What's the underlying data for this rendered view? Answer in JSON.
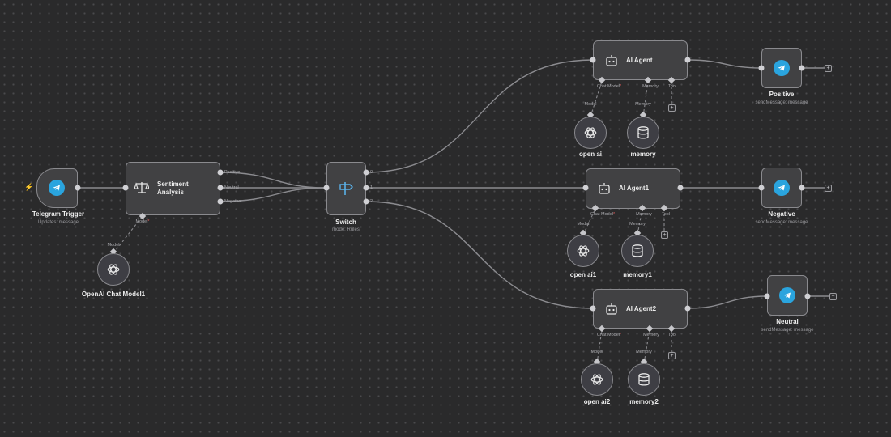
{
  "nodes": {
    "telegram_trigger": {
      "title": "Telegram Trigger",
      "subtitle": "Updates: message"
    },
    "sentiment_analysis": {
      "title_line1": "Sentiment",
      "title_line2": "Analysis",
      "outputs": [
        "Positive",
        "Neutral",
        "Negative"
      ],
      "model_port": "Model"
    },
    "openai_chat_model": {
      "title": "OpenAI Chat Model1",
      "port": "Model"
    },
    "switch": {
      "title": "Switch",
      "subtitle": "mode: Rules",
      "outputs": [
        "0",
        "1",
        "2"
      ]
    },
    "ai_agent": {
      "title": "AI Agent",
      "ports": [
        "Chat Model",
        "Memory",
        "Tool"
      ]
    },
    "ai_agent1": {
      "title": "AI Agent1",
      "ports": [
        "Chat Model",
        "Memory",
        "Tool"
      ]
    },
    "ai_agent2": {
      "title": "AI Agent2",
      "ports": [
        "Chat Model",
        "Memory",
        "Tool"
      ]
    },
    "open_ai": {
      "title": "open ai",
      "port": "Model"
    },
    "open_ai1": {
      "title": "open ai1",
      "port": "Model"
    },
    "open_ai2": {
      "title": "open ai2",
      "port": "Model"
    },
    "memory": {
      "title": "memory",
      "port": "Memory"
    },
    "memory1": {
      "title": "memory1",
      "port": "Memory"
    },
    "memory2": {
      "title": "memory2",
      "port": "Memory"
    },
    "positive": {
      "title": "Positive",
      "subtitle": "sendMessage: message"
    },
    "negative": {
      "title": "Negative",
      "subtitle": "sendMessage: message"
    },
    "neutral": {
      "title": "Neutral",
      "subtitle": "sendMessage: message"
    }
  },
  "symbols": {
    "required": "*",
    "add": "+"
  },
  "icons": {
    "telegram": "telegram-icon",
    "scale": "scale-icon",
    "switch": "signpost-icon",
    "robot": "robot-icon",
    "openai": "openai-icon",
    "database": "database-icon",
    "bolt": "lightning-icon"
  },
  "colors": {
    "telegram": "#2aa4de",
    "canvas": "#2a2a2b",
    "node": "#414143",
    "required": "#e05a5a"
  }
}
